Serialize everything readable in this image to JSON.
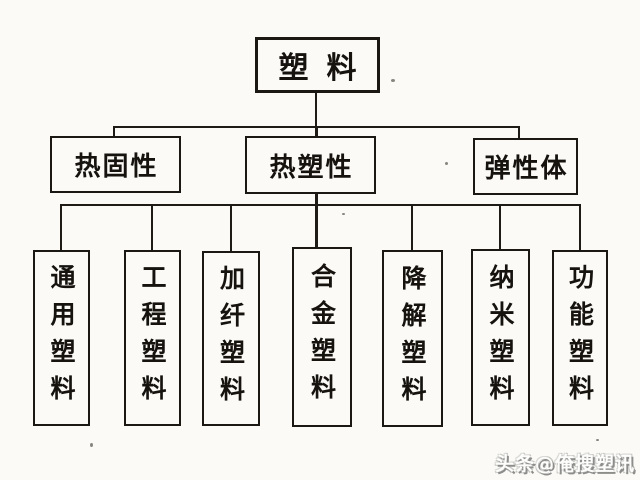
{
  "diagram": {
    "type": "hierarchy-flowchart",
    "root": {
      "label": "塑料"
    },
    "level2": [
      {
        "label": "热固性",
        "parent": "塑料"
      },
      {
        "label": "热塑性",
        "parent": "塑料"
      },
      {
        "label": "弹性体",
        "parent": "塑料"
      }
    ],
    "level3": [
      {
        "label": "通用塑料",
        "parent": "热塑性"
      },
      {
        "label": "工程塑料",
        "parent": "热塑性"
      },
      {
        "label": "加纤塑料",
        "parent": "热塑性"
      },
      {
        "label": "合金塑料",
        "parent": "热塑性"
      },
      {
        "label": "降解塑料",
        "parent": "热塑性"
      },
      {
        "label": "纳米塑料",
        "parent": "热塑性"
      },
      {
        "label": "功能塑料",
        "parent": "热塑性"
      }
    ],
    "colors": {
      "background": "#fbfaf7",
      "line": "#1e1a15",
      "box_border": "#1b1813",
      "text": "#16130f",
      "watermark_shadow": "#8d8d8b"
    }
  },
  "watermark": {
    "text": "头条@俺搜塑讯"
  }
}
